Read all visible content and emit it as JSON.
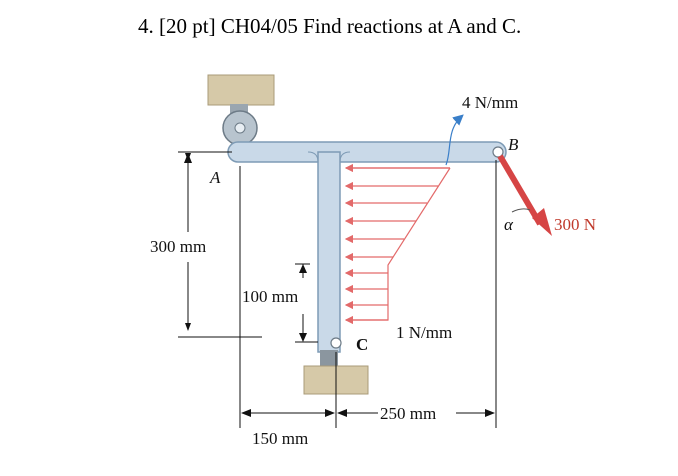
{
  "problem": {
    "statement": "4. [20 pt] CH04/05 Find reactions at A and C."
  },
  "labels": {
    "point_a": "A",
    "point_b": "B",
    "point_c": "C",
    "load_top": "4 N/mm",
    "load_bottom": "1 N/mm",
    "force": "300 N",
    "angle": "α",
    "dim_height": "300 mm",
    "dim_pin_height": "100 mm",
    "dim_left": "150 mm",
    "dim_right": "250 mm"
  },
  "colors": {
    "beam": "#c9d9e8",
    "beam_stroke": "#7e9bb5",
    "support": "#d6c9a8",
    "load_arrows": "#e36a6a",
    "force_arrow": "#d64545",
    "pointer": "#3a7fc9"
  }
}
